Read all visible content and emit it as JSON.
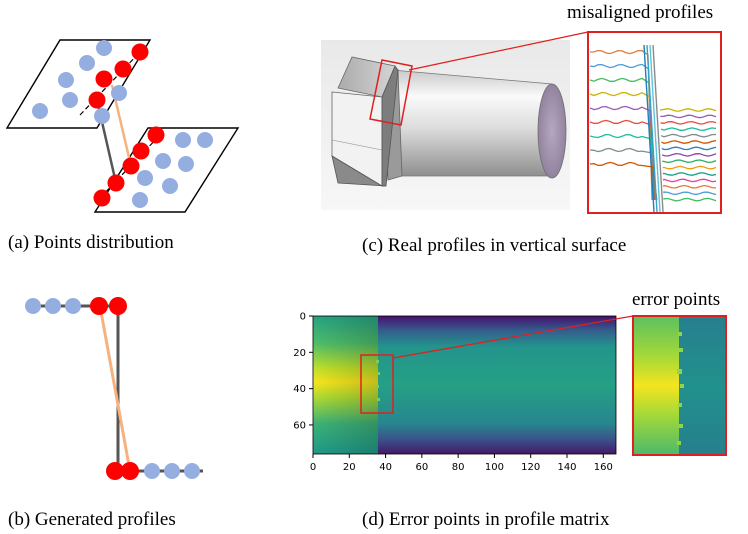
{
  "figure": {
    "panel_a": {
      "caption": "(a) Points distribution"
    },
    "panel_b": {
      "caption": "(b) Generated profiles"
    },
    "panel_c": {
      "caption": "(c) Real profiles in vertical surface",
      "callout": "misaligned profiles"
    },
    "panel_d": {
      "caption": "(d) Error points in profile matrix",
      "callout": "error points",
      "x_ticks": [
        "0",
        "20",
        "40",
        "60",
        "80",
        "100",
        "120",
        "140",
        "160"
      ],
      "y_ticks": [
        "0",
        "20",
        "40",
        "60"
      ]
    }
  },
  "colors": {
    "point_blue": "#95aee0",
    "point_red": "#ff0000",
    "connector_orange": "#f5b27f",
    "connector_gray": "#555555",
    "highlight_red": "#e02020"
  }
}
